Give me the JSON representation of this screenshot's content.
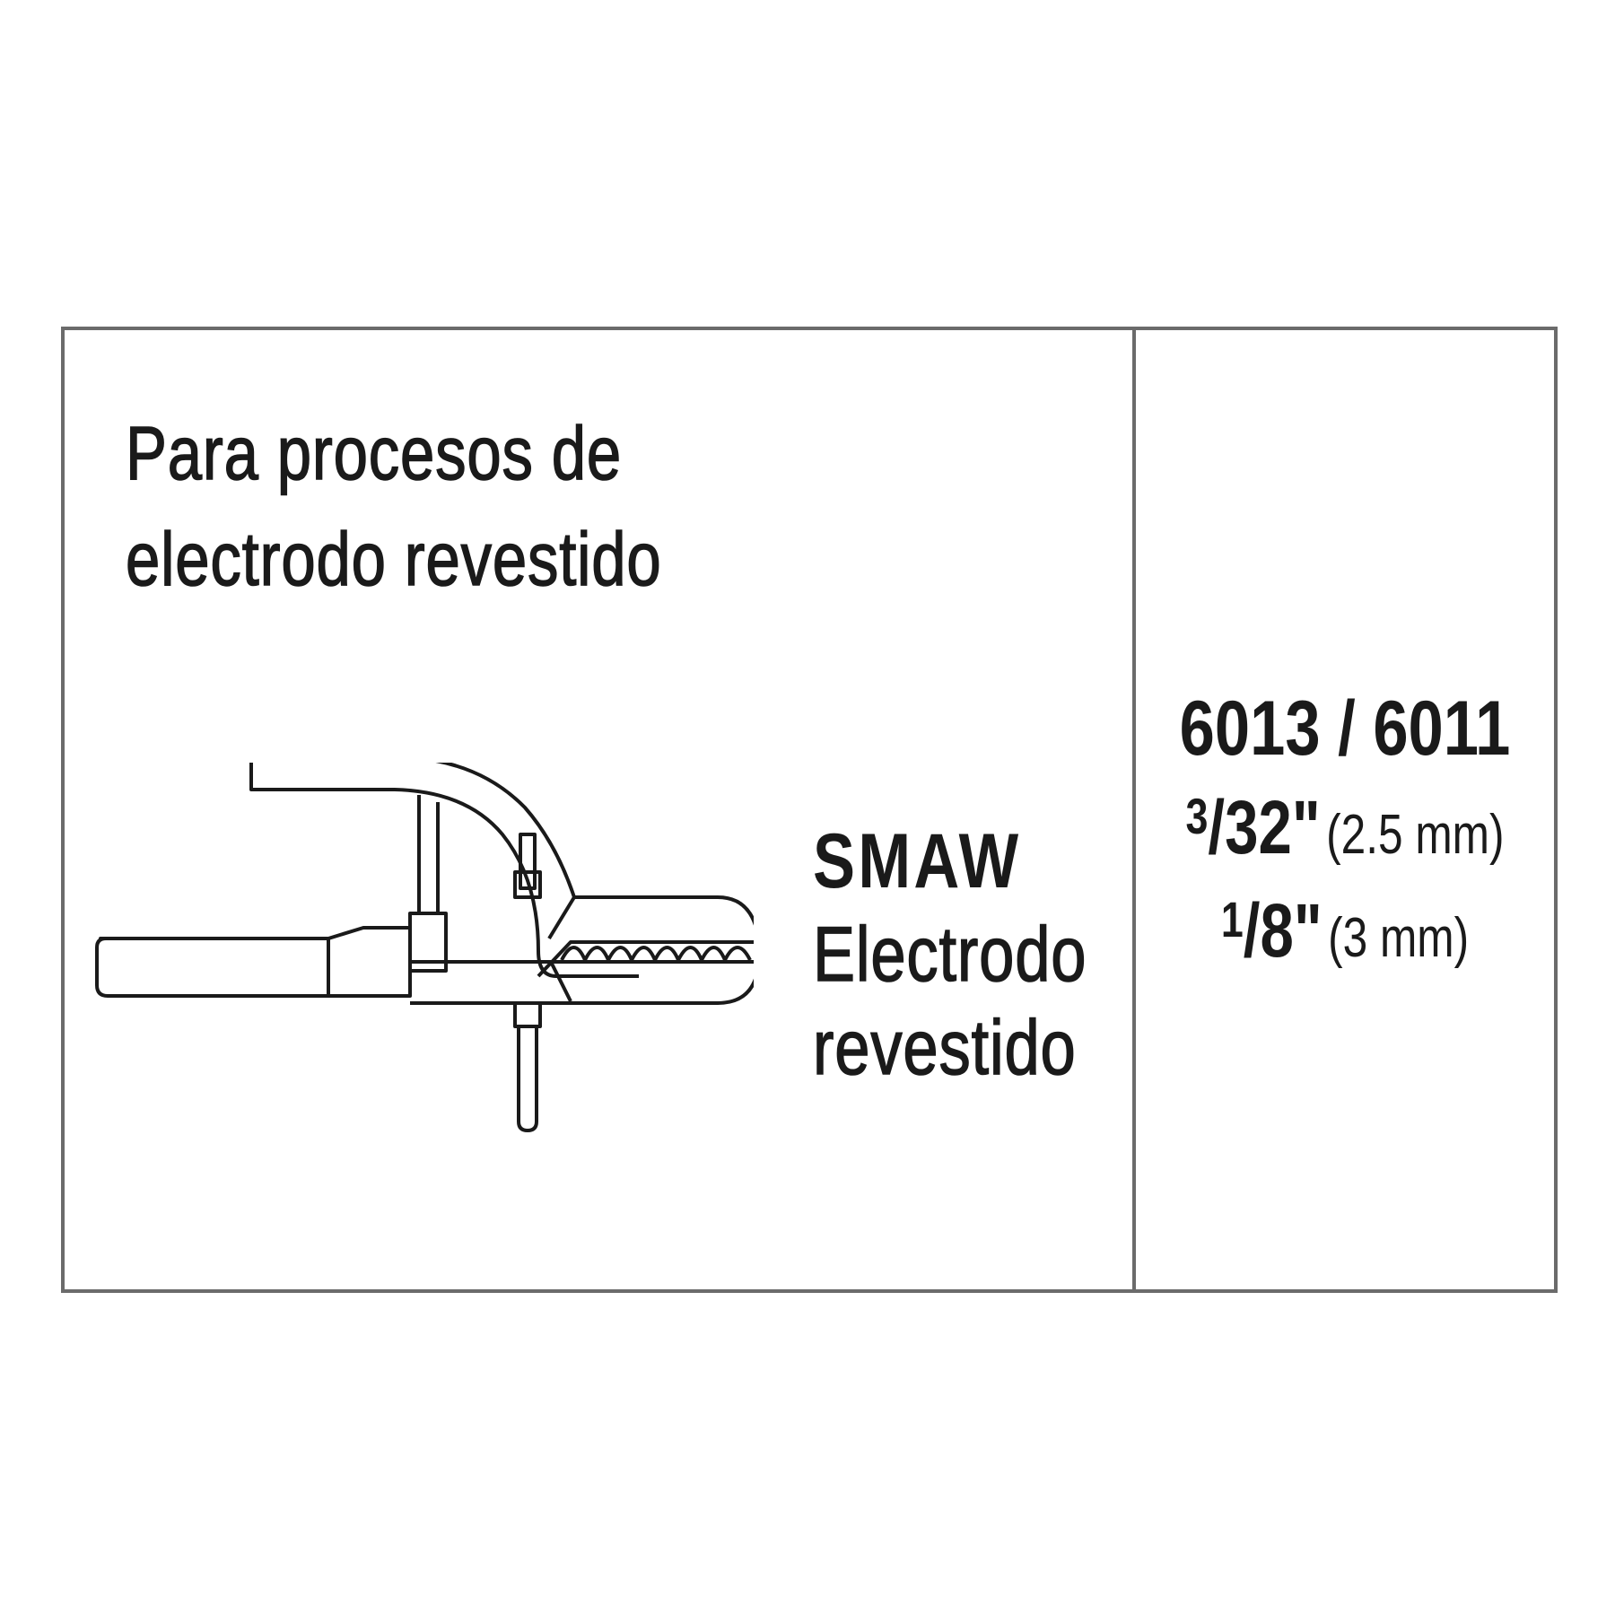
{
  "heading": {
    "line1": "Para procesos de",
    "line2": "electrodo revestido"
  },
  "process": {
    "code": "SMAW",
    "line1": "Electrodo",
    "line2": "revestido"
  },
  "specs": {
    "electrode_types": "6013 / 6011",
    "sizes": [
      {
        "numerator": "3",
        "rest": "/32\"",
        "metric": "(2.5 mm)"
      },
      {
        "numerator": "1",
        "rest": "/8\"",
        "metric": "(3 mm)"
      }
    ]
  },
  "illustration": {
    "icon": "electrode-holder-icon",
    "stroke_color": "#1a1a1a"
  },
  "colors": {
    "border": "#6b6b6b",
    "text": "#1a1a1a",
    "background": "#ffffff"
  }
}
